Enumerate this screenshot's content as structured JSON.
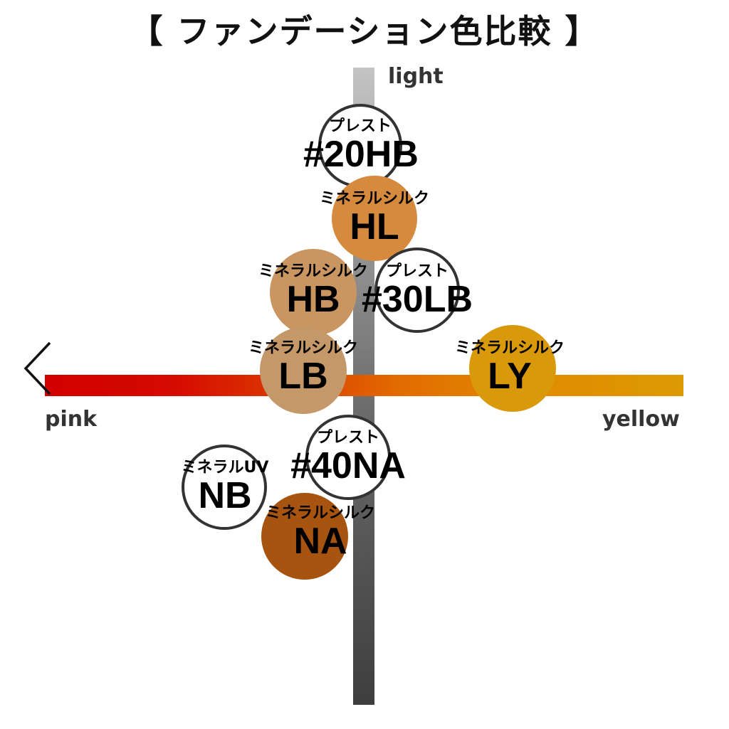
{
  "title": "【 ファンデーション色比較 】",
  "axes": {
    "top": "light",
    "left": "pink",
    "right": "yellow"
  },
  "colors": {
    "hl": "#d68a3e",
    "hb": "#c99560",
    "lb": "#c49868",
    "ly": "#d8990a",
    "na": "#a65410",
    "outline": "#ffffff"
  },
  "items": [
    {
      "line": "プレスト",
      "code": "#20HB",
      "fill": "outline"
    },
    {
      "line": "ミネラルシルク",
      "code": "HL",
      "fill": "#d68a3e"
    },
    {
      "line": "ミネラルシルク",
      "code": "HB",
      "fill": "#c99560"
    },
    {
      "line": "プレスト",
      "code": "#30LB",
      "fill": "outline"
    },
    {
      "line": "ミネラルシルク",
      "code": "LB",
      "fill": "#c49868"
    },
    {
      "line": "ミネラルシルク",
      "code": "LY",
      "fill": "#d8990a"
    },
    {
      "line": "プレスト",
      "code": "#40NA",
      "fill": "outline"
    },
    {
      "line": "ミネラルUV",
      "code": "NB",
      "fill": "outline"
    },
    {
      "line": "ミネラルシルク",
      "code": "NA",
      "fill": "#a65410"
    }
  ],
  "chart_data": {
    "type": "scatter",
    "title": "【 ファンデーション色比較 】",
    "xlabel": "pink ← → yellow",
    "ylabel": "light (top) → dark (bottom)",
    "xlim": [
      -1,
      1
    ],
    "ylim": [
      -1,
      1
    ],
    "grid": false,
    "legend": "none",
    "points": [
      {
        "label": "プレスト #20HB",
        "x": 0.0,
        "y": 0.76,
        "color": "white"
      },
      {
        "label": "ミネラルシルク HL",
        "x": 0.06,
        "y": 0.48,
        "color": "#d68a3e"
      },
      {
        "label": "ミネラルシルク HB",
        "x": -0.15,
        "y": 0.27,
        "color": "#c99560"
      },
      {
        "label": "プレスト #30LB",
        "x": 0.16,
        "y": 0.27,
        "color": "white"
      },
      {
        "label": "ミネラルシルク LB",
        "x": -0.17,
        "y": 0.04,
        "color": "#c49868"
      },
      {
        "label": "ミネラルシルク LY",
        "x": 0.47,
        "y": 0.04,
        "color": "#d8990a"
      },
      {
        "label": "プレスト #40NA",
        "x": -0.03,
        "y": -0.21,
        "color": "white"
      },
      {
        "label": "ミネラルUV NB",
        "x": -0.44,
        "y": -0.34,
        "color": "white"
      },
      {
        "label": "ミネラルシルク NA",
        "x": -0.18,
        "y": -0.47,
        "color": "#a65410"
      }
    ]
  }
}
